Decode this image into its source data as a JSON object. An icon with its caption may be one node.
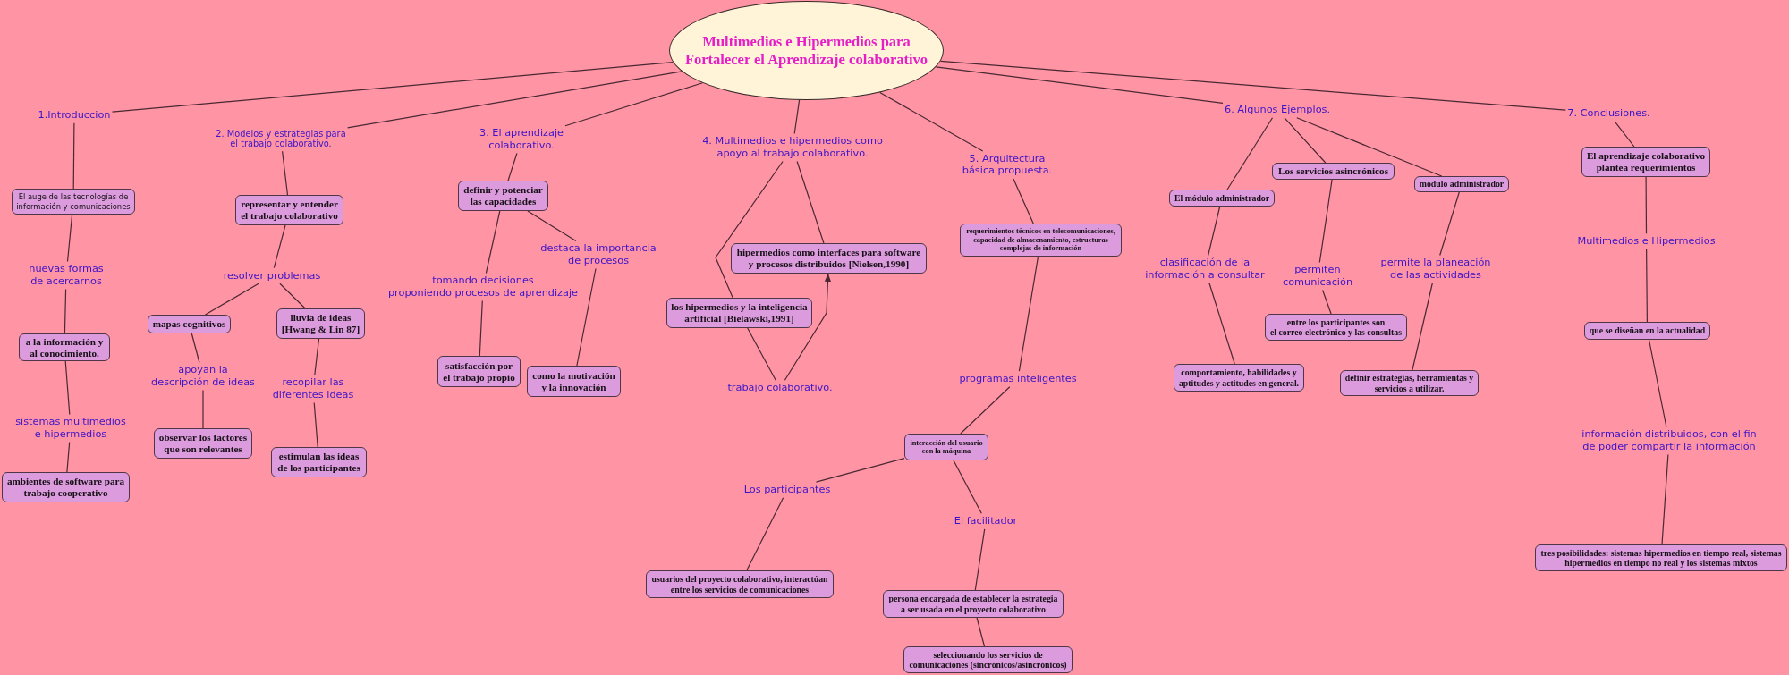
{
  "diagram": {
    "nodes": [
      {
        "text": [
          "Multimedios e Hipermedios para Fortalecer el Aprendizaje colaborativo"
        ]
      },
      {
        "text": [
          "1.Introduccion"
        ]
      },
      {
        "text": [
          "El auge de las tecnologías de información y comunicaciones"
        ]
      },
      {
        "text": [
          "nuevas formas de acercarnos"
        ]
      },
      {
        "text": [
          "a la información y al conocimiento."
        ]
      },
      {
        "text": [
          "sistemas multimedios e hipermedios"
        ]
      },
      {
        "text": [
          "ambientes de software para trabajo cooperativo"
        ]
      },
      {
        "text": [
          "2. Modelos y estrategias para el trabajo colaborativo."
        ]
      },
      {
        "text": [
          "representar y entender el trabajo colaborativo"
        ]
      },
      {
        "text": [
          "resolver problemas"
        ]
      },
      {
        "text": [
          "mapas cognitivos"
        ]
      },
      {
        "text": [
          "lluvia de ideas [Hwang & Lin 87]"
        ]
      },
      {
        "text": [
          "apoyan la descripción de ideas"
        ]
      },
      {
        "text": [
          "observar los factores que son relevantes"
        ]
      },
      {
        "text": [
          "recopilar las diferentes ideas"
        ]
      },
      {
        "text": [
          "estimulan las ideas de los participantes"
        ]
      },
      {
        "text": [
          "3. El aprendizaje colaborativo."
        ]
      },
      {
        "text": [
          "definir y potenciar las capacidades"
        ]
      },
      {
        "text": [
          "tomando decisiones proponiendo procesos de aprendizaje"
        ]
      },
      {
        "text": [
          "destaca la importancia de procesos"
        ]
      },
      {
        "text": [
          "satisfacción por el trabajo propio"
        ]
      },
      {
        "text": [
          "como la motivación y la innovación"
        ]
      },
      {
        "text": [
          "4. Multimedios e hipermedios como apoyo al trabajo colaborativo."
        ]
      },
      {
        "text": [
          "hipermedios como interfaces para software y procesos distribuidos [Nielsen,1990]"
        ]
      },
      {
        "text": [
          "los hipermedios y la inteligencia artificial [Bielawski,1991]"
        ]
      },
      {
        "text": [
          "trabajo colaborativo."
        ]
      },
      {
        "text": [
          "5. Arquitectura básica propuesta."
        ]
      },
      {
        "text": [
          "requerimientos técnicos en telecomunicaciones, capacidad de almacenamiento, estructuras complejas de información"
        ]
      },
      {
        "text": [
          "programas inteligentes"
        ]
      },
      {
        "text": [
          "interacción del usuario con la máquina"
        ]
      },
      {
        "text": [
          "Los participantes"
        ]
      },
      {
        "text": [
          "usuarios del proyecto colaborativo, interactúan entre los servicios de comunicaciones"
        ]
      },
      {
        "text": [
          "El facilitador"
        ]
      },
      {
        "text": [
          "persona encargada de establecer la estrategia a ser usada en el proyecto colaborativo"
        ]
      },
      {
        "text": [
          "seleccionando los servicios de comunicaciones (sincrónicos/asincrónicos)"
        ]
      },
      {
        "text": [
          "6. Algunos Ejemplos."
        ]
      },
      {
        "text": [
          "El módulo administrador"
        ]
      },
      {
        "text": [
          "Los servicios asincrónicos"
        ]
      },
      {
        "text": [
          "módulo administrador"
        ]
      },
      {
        "text": [
          "clasificación de la información a consultar"
        ]
      },
      {
        "text": [
          "permiten comunicación"
        ]
      },
      {
        "text": [
          "permite la planeación de las actividades"
        ]
      },
      {
        "text": [
          "comportamiento, habilidades y aptitudes y actitudes en general."
        ]
      },
      {
        "text": [
          "entre los participantes son el correo electrónico y las consultas"
        ]
      },
      {
        "text": [
          "definir estrategias, herramientas y servicios a utilizar."
        ]
      },
      {
        "text": [
          "7. Conclusiones."
        ]
      },
      {
        "text": [
          "El aprendizaje colaborativo plantea requerimientos"
        ]
      },
      {
        "text": [
          "Multimedios e Hipermedios"
        ]
      },
      {
        "text": [
          "que se diseñan en la actualidad"
        ]
      },
      {
        "text": [
          "información distribuidos, con el fin de poder compartir la información"
        ]
      },
      {
        "text": [
          "tres posibilidades: sistemas hipermedios en tiempo real, sistemas hipermedios en tiempo no real y los sistemas mixtos"
        ]
      }
    ],
    "edges": [
      {
        "from": 0,
        "to": 1,
        "arrow": "none"
      },
      {
        "from": 1,
        "to": 2,
        "arrow": "none"
      },
      {
        "from": 2,
        "to": 3,
        "arrow": "none"
      },
      {
        "from": 3,
        "to": 4,
        "arrow": "none"
      },
      {
        "from": 4,
        "to": 5,
        "arrow": "none"
      },
      {
        "from": 5,
        "to": 6,
        "arrow": "none"
      },
      {
        "from": 0,
        "to": 7,
        "arrow": "none"
      },
      {
        "from": 7,
        "to": 8,
        "arrow": "none"
      },
      {
        "from": 8,
        "to": 9,
        "arrow": "none"
      },
      {
        "from": 9,
        "to": 10,
        "arrow": "none"
      },
      {
        "from": 9,
        "to": 11,
        "arrow": "none"
      },
      {
        "from": 10,
        "to": 12,
        "arrow": "none"
      },
      {
        "from": 12,
        "to": 13,
        "arrow": "none"
      },
      {
        "from": 11,
        "to": 14,
        "arrow": "none"
      },
      {
        "from": 14,
        "to": 15,
        "arrow": "none"
      },
      {
        "from": 0,
        "to": 16,
        "arrow": "none"
      },
      {
        "from": 16,
        "to": 17,
        "arrow": "none"
      },
      {
        "from": 17,
        "to": 18,
        "arrow": "none"
      },
      {
        "from": 17,
        "to": 19,
        "arrow": "none"
      },
      {
        "from": 18,
        "to": 20,
        "arrow": "none"
      },
      {
        "from": 19,
        "to": 21,
        "arrow": "none"
      },
      {
        "from": 0,
        "to": 22,
        "arrow": "none"
      },
      {
        "from": 22,
        "to": 23,
        "arrow": "none"
      },
      {
        "from": 22,
        "to": 24,
        "arrow": "none"
      },
      {
        "from": 24,
        "to": 25,
        "arrow": "none"
      },
      {
        "from": 25,
        "to": 23,
        "arrow": "to"
      },
      {
        "from": 0,
        "to": 26,
        "arrow": "none"
      },
      {
        "from": 26,
        "to": 27,
        "arrow": "none"
      },
      {
        "from": 27,
        "to": 28,
        "arrow": "none"
      },
      {
        "from": 28,
        "to": 29,
        "arrow": "none"
      },
      {
        "from": 29,
        "to": 30,
        "arrow": "none"
      },
      {
        "from": 30,
        "to": 31,
        "arrow": "none"
      },
      {
        "from": 29,
        "to": 32,
        "arrow": "none"
      },
      {
        "from": 32,
        "to": 33,
        "arrow": "none"
      },
      {
        "from": 33,
        "to": 34,
        "arrow": "none"
      },
      {
        "from": 0,
        "to": 35,
        "arrow": "none"
      },
      {
        "from": 35,
        "to": 36,
        "arrow": "none"
      },
      {
        "from": 35,
        "to": 37,
        "arrow": "none"
      },
      {
        "from": 35,
        "to": 38,
        "arrow": "none"
      },
      {
        "from": 36,
        "to": 39,
        "arrow": "none"
      },
      {
        "from": 39,
        "to": 42,
        "arrow": "none"
      },
      {
        "from": 37,
        "to": 40,
        "arrow": "none"
      },
      {
        "from": 40,
        "to": 43,
        "arrow": "none"
      },
      {
        "from": 38,
        "to": 41,
        "arrow": "none"
      },
      {
        "from": 41,
        "to": 44,
        "arrow": "none"
      },
      {
        "from": 0,
        "to": 45,
        "arrow": "none"
      },
      {
        "from": 45,
        "to": 46,
        "arrow": "none"
      },
      {
        "from": 46,
        "to": 47,
        "arrow": "none"
      },
      {
        "from": 47,
        "to": 48,
        "arrow": "none"
      },
      {
        "from": 48,
        "to": 49,
        "arrow": "none"
      },
      {
        "from": 49,
        "to": 50,
        "arrow": "none"
      }
    ]
  }
}
